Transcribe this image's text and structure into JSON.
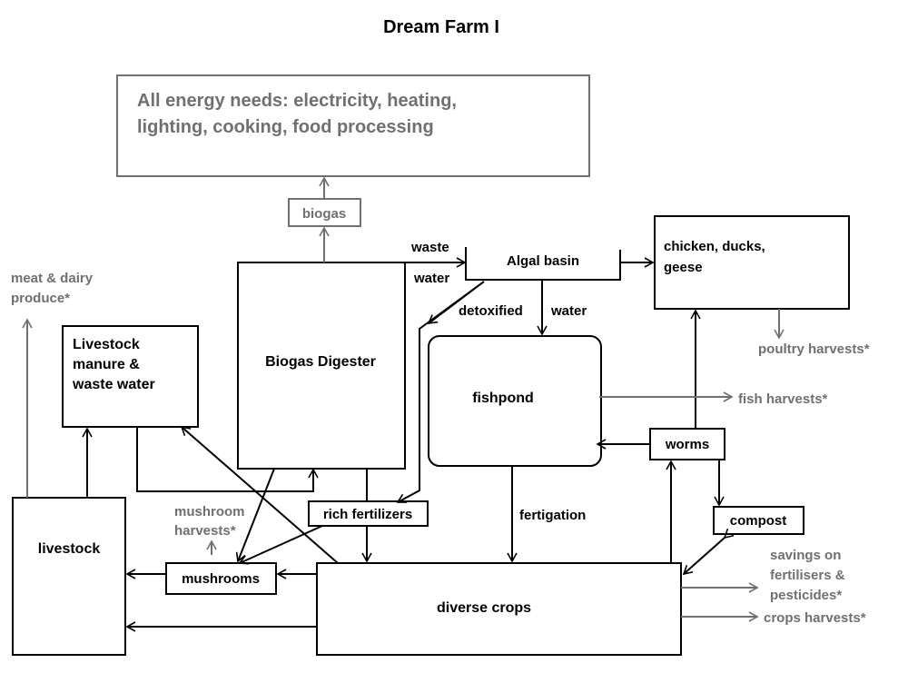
{
  "title": "Dream Farm I",
  "nodes": {
    "energy": [
      "All energy needs: electricity, heating,",
      "lighting, cooking,  food processing"
    ],
    "biogas": "biogas",
    "digester": "Biogas Digester",
    "algal_basin": "Algal basin",
    "poultry": [
      "chicken, ducks,",
      "geese"
    ],
    "manure": [
      "Livestock",
      "manure &",
      "waste water"
    ],
    "fishpond": "fishpond",
    "worms": "worms",
    "compost": "compost",
    "rich_fertilizers": "rich fertilizers",
    "livestock": "livestock",
    "mushrooms": "mushrooms",
    "diverse_crops": "diverse crops"
  },
  "labels": {
    "waste": "waste",
    "water_left": "water",
    "detoxified": "detoxified",
    "water_right": "water",
    "fertigation": "fertigation"
  },
  "outputs": {
    "meat_dairy": [
      "meat & dairy",
      "produce*"
    ],
    "poultry_harvests": "poultry harvests*",
    "fish_harvests": "fish harvests*",
    "mushroom_harvests": [
      "mushroom",
      "harvests*"
    ],
    "savings": [
      "savings on",
      "fertilisers &",
      "pesticides*"
    ],
    "crops_harvests": "crops harvests*"
  },
  "colors": {
    "primary": "#000000",
    "secondary": "#707070"
  }
}
